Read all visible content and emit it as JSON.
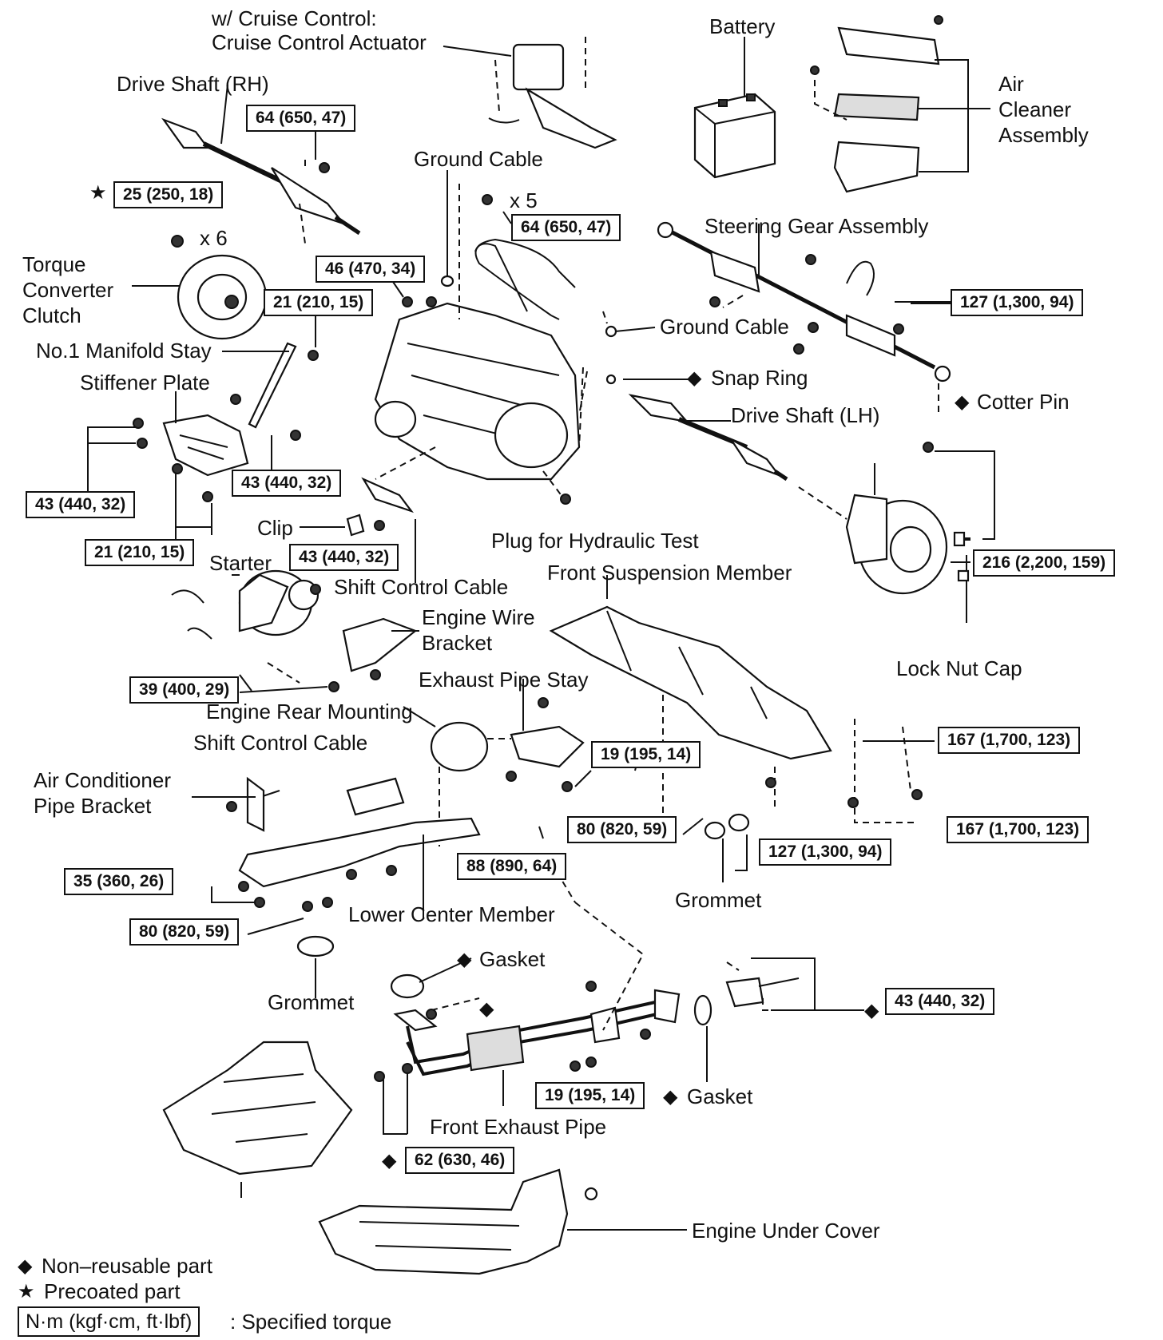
{
  "labels": {
    "cruise_1": "w/ Cruise Control:",
    "cruise_2": "Cruise Control Actuator",
    "battery": "Battery",
    "air_1": "Air",
    "air_2": "Cleaner",
    "air_3": "Assembly",
    "drive_shaft_rh": "Drive Shaft (RH)",
    "ground_cable_top": "Ground Cable",
    "x5": "x 5",
    "x6": "x 6",
    "steering_gear": "Steering Gear Assembly",
    "torque_1": "Torque",
    "torque_2": "Converter",
    "torque_3": "Clutch",
    "ground_cable_mid": "Ground Cable",
    "manifold_stay": "No.1 Manifold Stay",
    "snap_ring": "Snap Ring",
    "stiffener_plate": "Stiffener Plate",
    "cotter_pin": "Cotter Pin",
    "drive_shaft_lh": "Drive Shaft (LH)",
    "clip": "Clip",
    "plug_test": "Plug for Hydraulic Test",
    "starter": "Starter",
    "front_susp": "Front Suspension Member",
    "shift_cable_1": "Shift Control Cable",
    "engine_wire_1": "Engine Wire",
    "engine_wire_2": "Bracket",
    "lock_nut_cap": "Lock Nut Cap",
    "exhaust_stay": "Exhaust Pipe Stay",
    "rear_mounting": "Engine Rear Mounting",
    "shift_cable_2": "Shift Control Cable",
    "ac_1": "Air Conditioner",
    "ac_2": "Pipe Bracket",
    "grommet_1": "Grommet",
    "lower_center": "Lower Center Member",
    "gasket_1": "Gasket",
    "grommet_2": "Grommet",
    "gasket_2": "Gasket",
    "front_exhaust": "Front Exhaust Pipe",
    "under_cover": "Engine Under Cover"
  },
  "torques": {
    "t_64_a": "64 (650, 47)",
    "t_25": "25 (250, 18)",
    "t_64_b": "64 (650, 47)",
    "t_46": "46 (470, 34)",
    "t_21_a": "21 (210, 15)",
    "t_127_a": "127 (1,300, 94)",
    "t_43_a": "43 (440, 32)",
    "t_43_b": "43 (440, 32)",
    "t_21_b": "21 (210, 15)",
    "t_43_c": "43 (440, 32)",
    "t_216": "216 (2,200, 159)",
    "t_39": "39 (400, 29)",
    "t_167_a": "167 (1,700, 123)",
    "t_19_a": "19 (195, 14)",
    "t_80_a": "80 (820, 59)",
    "t_167_b": "167 (1,700, 123)",
    "t_127_b": "127 (1,300, 94)",
    "t_35": "35 (360, 26)",
    "t_88": "88 (890, 64)",
    "t_80_b": "80 (820, 59)",
    "t_43_d": "43 (440, 32)",
    "t_19_b": "19 (195, 14)",
    "t_62": "62 (630, 46)"
  },
  "symbols": {
    "star": "★",
    "diamond": "◆"
  },
  "legend": {
    "non_reusable": "Non–reusable part",
    "precoated": "Precoated part",
    "torque_unit": "N·m (kgf·cm, ft·lbf)",
    "specified": ": Specified torque"
  }
}
